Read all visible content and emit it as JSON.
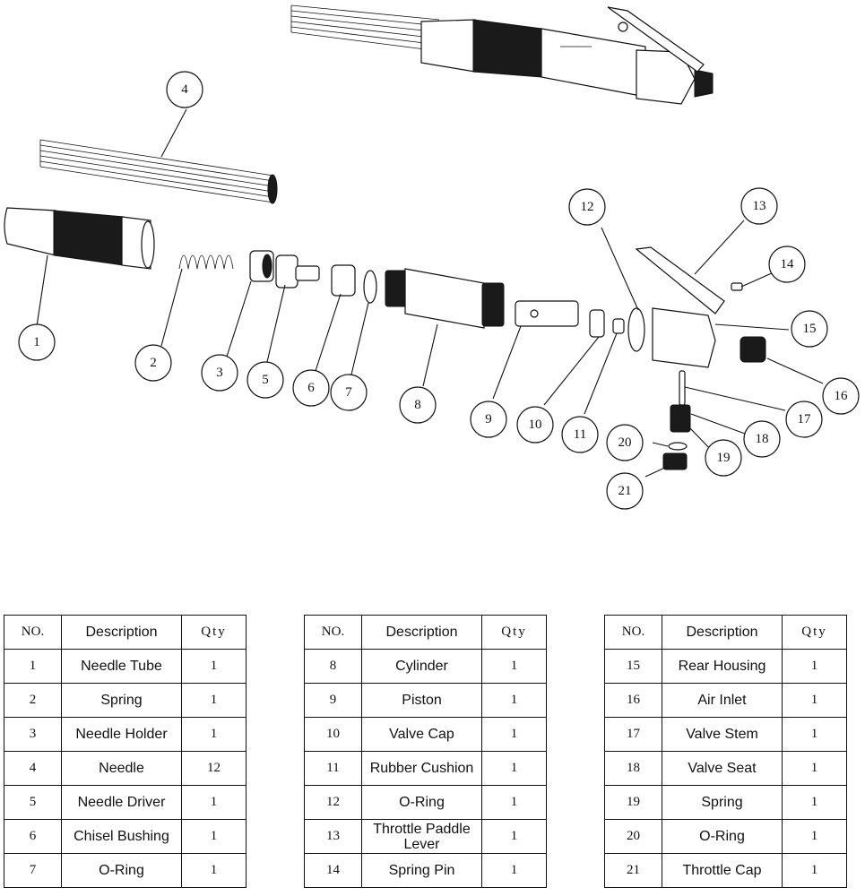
{
  "callouts": [
    "1",
    "2",
    "3",
    "4",
    "5",
    "6",
    "7",
    "8",
    "9",
    "10",
    "11",
    "12",
    "13",
    "14",
    "15",
    "16",
    "17",
    "18",
    "19",
    "20",
    "21"
  ],
  "tables": [
    {
      "headers": {
        "no": "NO.",
        "description": "Description",
        "qty": "Qty"
      },
      "rows": [
        {
          "no": "1",
          "description": "Needle Tube",
          "qty": "1"
        },
        {
          "no": "2",
          "description": "Spring",
          "qty": "1"
        },
        {
          "no": "3",
          "description": "Needle Holder",
          "qty": "1"
        },
        {
          "no": "4",
          "description": "Needle",
          "qty": "12"
        },
        {
          "no": "5",
          "description": "Needle Driver",
          "qty": "1"
        },
        {
          "no": "6",
          "description": "Chisel Bushing",
          "qty": "1"
        },
        {
          "no": "7",
          "description": "O-Ring",
          "qty": "1"
        }
      ]
    },
    {
      "headers": {
        "no": "NO.",
        "description": "Description",
        "qty": "Qty"
      },
      "rows": [
        {
          "no": "8",
          "description": "Cylinder",
          "qty": "1"
        },
        {
          "no": "9",
          "description": "Piston",
          "qty": "1"
        },
        {
          "no": "10",
          "description": "Valve Cap",
          "qty": "1"
        },
        {
          "no": "11",
          "description": "Rubber Cushion",
          "qty": "1"
        },
        {
          "no": "12",
          "description": "O-Ring",
          "qty": "1"
        },
        {
          "no": "13",
          "description": "Throttle Paddle Lever",
          "qty": "1"
        },
        {
          "no": "14",
          "description": "Spring Pin",
          "qty": "1"
        }
      ]
    },
    {
      "headers": {
        "no": "NO.",
        "description": "Description",
        "qty": "Qty"
      },
      "rows": [
        {
          "no": "15",
          "description": "Rear Housing",
          "qty": "1"
        },
        {
          "no": "16",
          "description": "Air Inlet",
          "qty": "1"
        },
        {
          "no": "17",
          "description": "Valve Stem",
          "qty": "1"
        },
        {
          "no": "18",
          "description": "Valve Seat",
          "qty": "1"
        },
        {
          "no": "19",
          "description": "Spring",
          "qty": "1"
        },
        {
          "no": "20",
          "description": "O-Ring",
          "qty": "1"
        },
        {
          "no": "21",
          "description": "Throttle Cap",
          "qty": "1"
        }
      ]
    }
  ]
}
